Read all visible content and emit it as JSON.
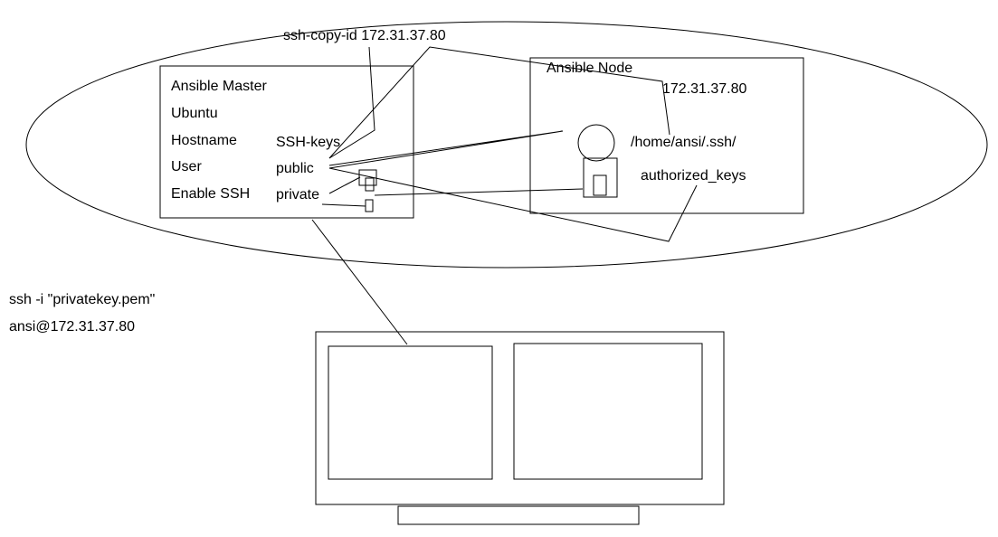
{
  "diagram": {
    "command_copy_id": "ssh-copy-id 172.31.37.80",
    "master": {
      "title": "Ansible Master",
      "items": [
        "Ubuntu",
        "Hostname",
        "User",
        "Enable SSH"
      ],
      "keys": [
        "SSH-keys",
        "public",
        "private"
      ]
    },
    "node": {
      "title": "Ansible Node",
      "ip": "172.31.37.80",
      "ssh_path": "/home/ansi/.ssh/",
      "auth_file": "authorized_keys"
    },
    "ssh_command": [
      "ssh -i \"privatekey.pem\"",
      "ansi@172.31.37.80"
    ]
  }
}
